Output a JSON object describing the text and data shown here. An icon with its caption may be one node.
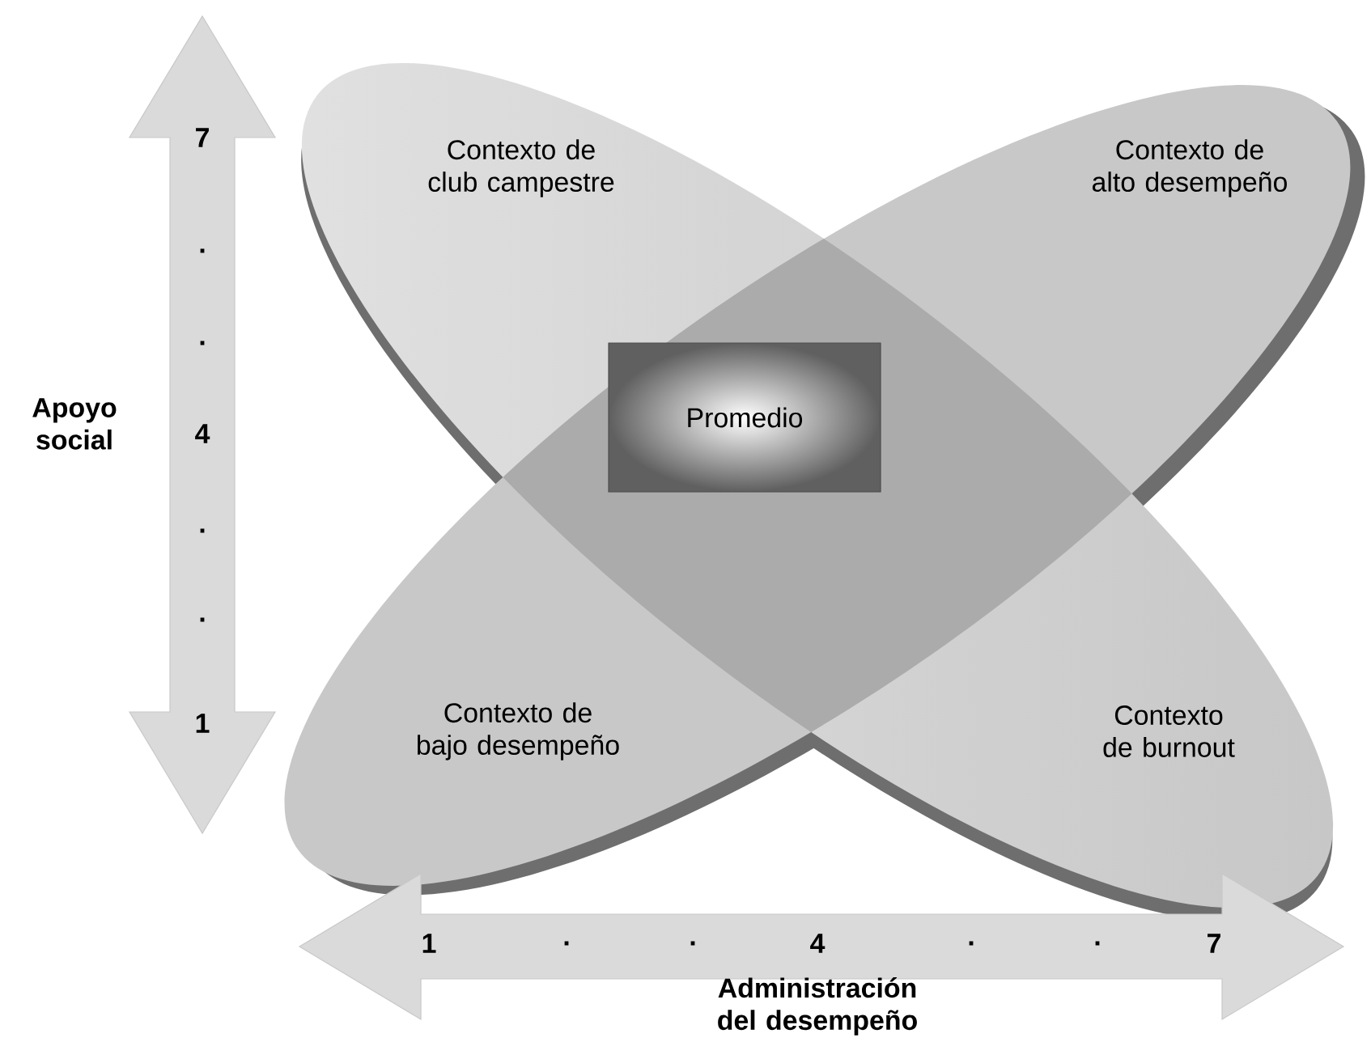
{
  "diagram": {
    "nodes": [
      {
        "text": [
          "Promedio"
        ]
      }
    ],
    "labels": [
      "Contexto de club campestre",
      "Contexto de alto desempeño",
      "Contexto de bajo desempeño",
      "Contexto de burnout",
      "Apoyo social",
      "7",
      ".",
      ".",
      "4",
      ".",
      ".",
      "1",
      "1",
      ".",
      ".",
      "4",
      ".",
      ".",
      "7",
      "Administración del desempeño"
    ]
  }
}
